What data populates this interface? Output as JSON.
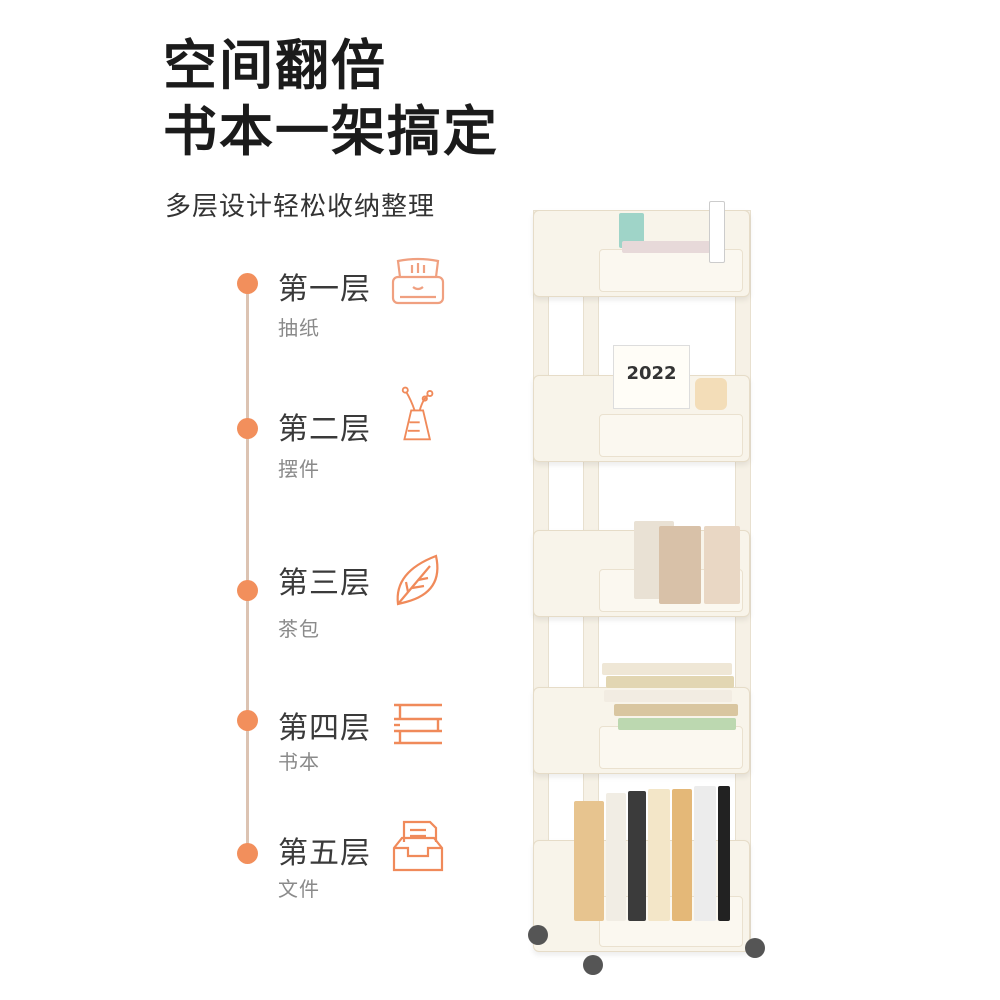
{
  "headline": {
    "line1": "空间翻倍",
    "line2": "书本一架搞定"
  },
  "subtitle": "多层设计轻松收纳整理",
  "tiers": [
    {
      "title": "第一层",
      "subtitle": "抽纸",
      "icon": "tissue-box-icon"
    },
    {
      "title": "第二层",
      "subtitle": "摆件",
      "icon": "vase-plant-icon"
    },
    {
      "title": "第三层",
      "subtitle": "茶包",
      "icon": "leaf-icon"
    },
    {
      "title": "第四层",
      "subtitle": "书本",
      "icon": "book-stack-icon"
    },
    {
      "title": "第五层",
      "subtitle": "文件",
      "icon": "file-tray-icon"
    }
  ],
  "product": {
    "calendar_text": "2022"
  },
  "colors": {
    "accent": "#f28f5c",
    "timeline": "#dcc3b2",
    "heading": "#1b1b1b",
    "shelf": "#f8f4ea"
  }
}
